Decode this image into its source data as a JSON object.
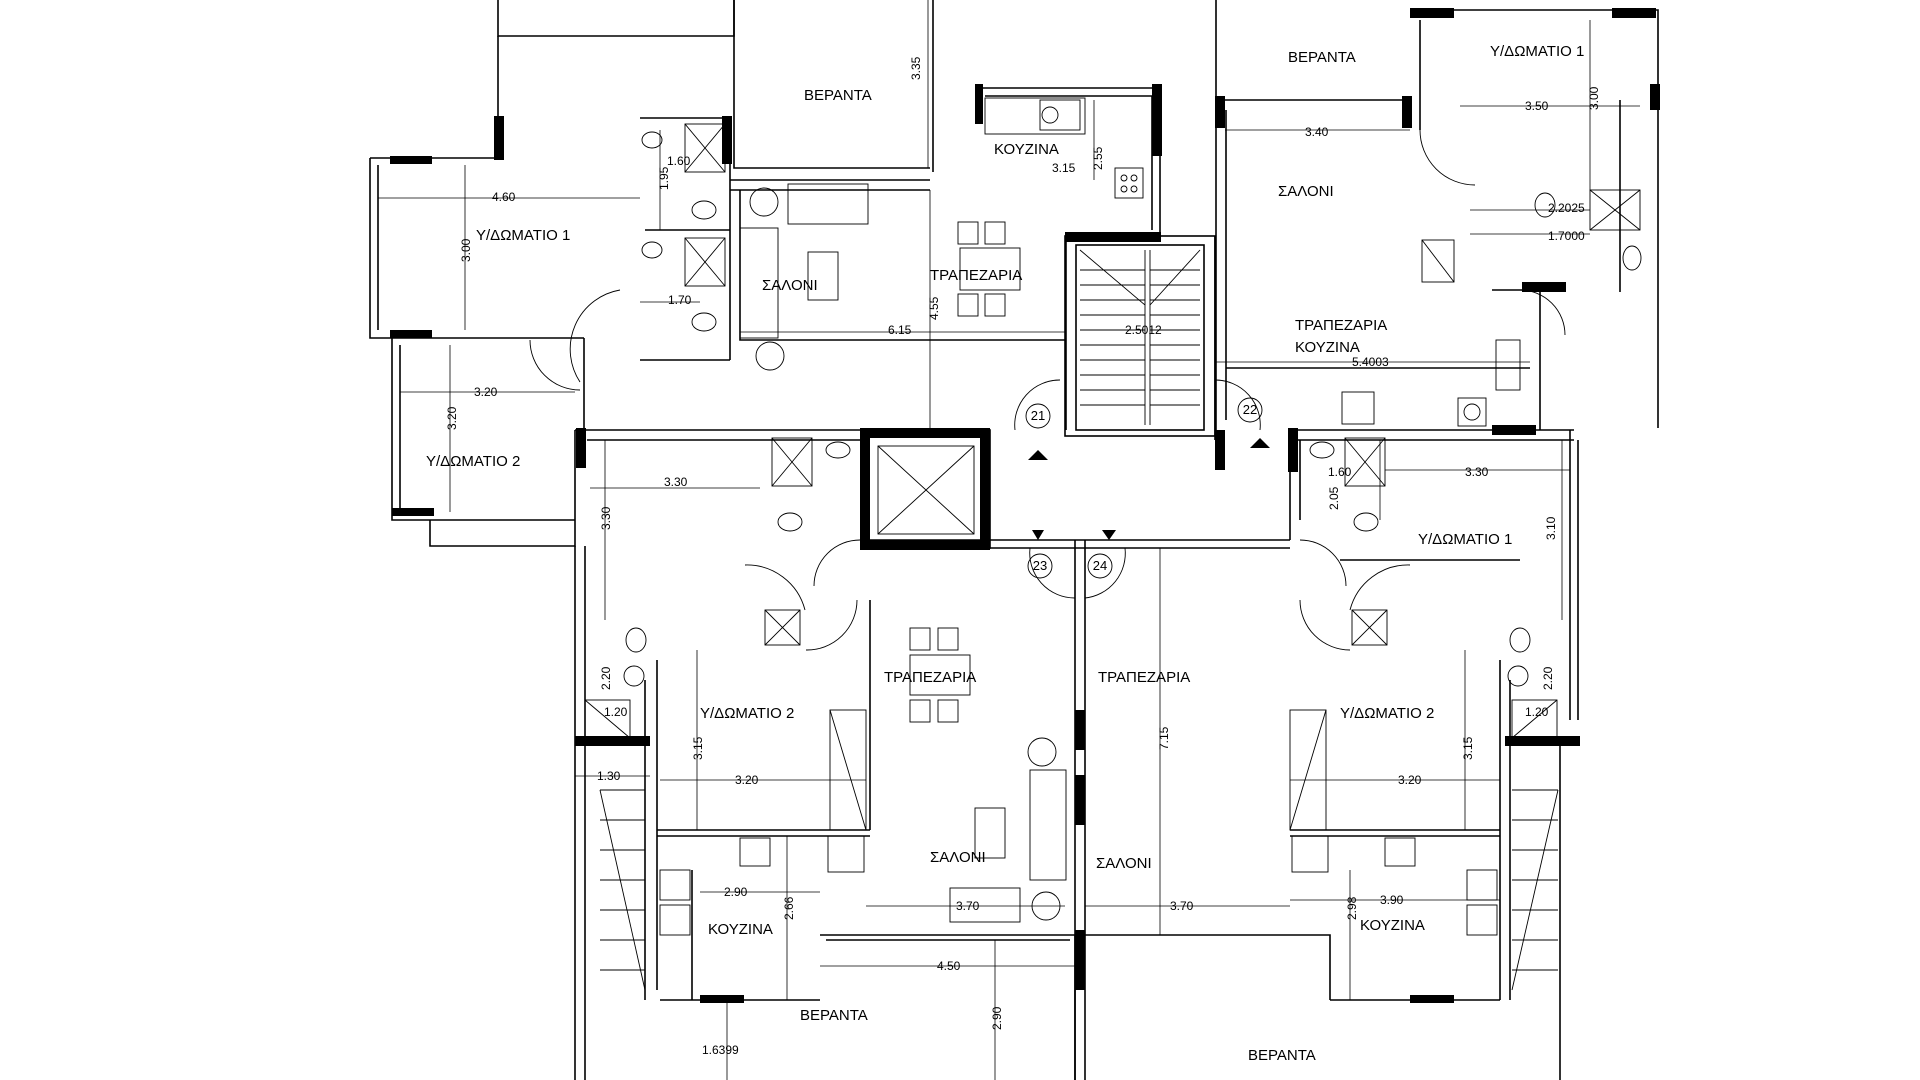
{
  "labels": [
    {
      "key": "veranda-top-left",
      "text": "ΒΕΡΑΝΤΑ"
    },
    {
      "key": "veranda-top-right",
      "text": "ΒΕΡΑΝΤΑ"
    },
    {
      "key": "bedroom1-top-right",
      "text": "Υ/ΔΩΜΑΤΙΟ 1"
    },
    {
      "key": "kitchen-top",
      "text": "ΚΟΥΖΙΝΑ"
    },
    {
      "key": "salon-top-right",
      "text": "ΣΑΛΟΝΙ"
    },
    {
      "key": "bedroom1-left",
      "text": "Υ/ΔΩΜΑΤΙΟ 1"
    },
    {
      "key": "dining-top",
      "text": "ΤΡΑΠΕΖΑΡΙΑ"
    },
    {
      "key": "salon-top",
      "text": "ΣΑΛΟΝΙ"
    },
    {
      "key": "dining-kitchen-right",
      "text": "ΤΡΑΠΕΖΑΡΙΑ"
    },
    {
      "key": "kitchen-right",
      "text": "ΚΟΥΖΙΝΑ"
    },
    {
      "key": "bedroom2-left",
      "text": "Υ/ΔΩΜΑΤΙΟ 2"
    },
    {
      "key": "bedroom1-mid-right",
      "text": "Υ/ΔΩΜΑΤΙΟ 1"
    },
    {
      "key": "dining-bottom-left",
      "text": "ΤΡΑΠΕΖΑΡΙΑ"
    },
    {
      "key": "dining-bottom-right",
      "text": "ΤΡΑΠΕΖΑΡΙΑ"
    },
    {
      "key": "bedroom2-bottom-left",
      "text": "Υ/ΔΩΜΑΤΙΟ 2"
    },
    {
      "key": "bedroom2-bottom-right",
      "text": "Υ/ΔΩΜΑΤΙΟ 2"
    },
    {
      "key": "salon-bottom-left",
      "text": "ΣΑΛΟΝΙ"
    },
    {
      "key": "salon-bottom-right",
      "text": "ΣΑΛΟΝΙ"
    },
    {
      "key": "kitchen-bottom-left",
      "text": "ΚΟΥΖΙΝΑ"
    },
    {
      "key": "kitchen-bottom-right",
      "text": "ΚΟΥΖΙΝΑ"
    },
    {
      "key": "veranda-bottom-left",
      "text": "ΒΕΡΑΝΤΑ"
    },
    {
      "key": "veranda-bottom-right",
      "text": "ΒΕΡΑΝΤΑ"
    }
  ],
  "dimensions": [
    "3.35",
    "3.50",
    "3.00",
    "3.40",
    "1.60",
    "1.95",
    "3.15",
    "2.55",
    "4.60",
    "2.2025",
    "1.7000",
    "3.00",
    "1.70",
    "4.55",
    "6.15",
    "2.5012",
    "5.4003",
    "3.20",
    "3.20",
    "3.30",
    "3.30",
    "1.60",
    "2.05",
    "3.10",
    "3.30",
    "2.20",
    "1.20",
    "2.20",
    "1.20",
    "3.15",
    "3.15",
    "1.30",
    "3.20",
    "3.20",
    "7.15",
    "2.90",
    "2.66",
    "3.70",
    "3.70",
    "3.90",
    "2.98",
    "4.50",
    "2.90",
    "1.6399"
  ],
  "stair_numbers": [
    "21",
    "22",
    "23",
    "24"
  ]
}
